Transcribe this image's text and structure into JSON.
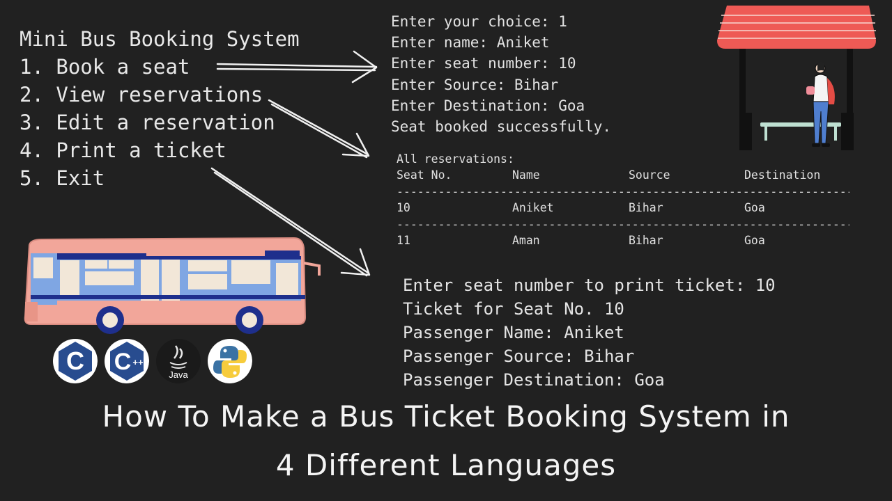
{
  "menu": {
    "title": "Mini Bus Booking System",
    "items": [
      "1. Book a seat",
      "2. View reservations",
      "3. Edit a reservation",
      "4. Print a ticket",
      "5. Exit"
    ]
  },
  "booking_output": [
    "Enter your choice: 1",
    "Enter name: Aniket",
    "Enter seat number: 10",
    "Enter Source: Bihar",
    "Enter Destination: Goa",
    "Seat booked successfully."
  ],
  "reservations": {
    "title": "All reservations:",
    "headers": [
      "Seat No.",
      "Name",
      "Source",
      "Destination"
    ],
    "separator": "-----------------------------------------------------------------------------------",
    "rows": [
      [
        "10",
        "Aniket",
        "Bihar",
        "Goa"
      ],
      [
        "11",
        "Aman",
        "Bihar",
        "Goa"
      ]
    ]
  },
  "ticket_output": [
    "Enter seat number to print ticket: 10",
    "Ticket for Seat No. 10",
    "Passenger Name: Aniket",
    "Passenger Source: Bihar",
    "Passenger Destination: Goa"
  ],
  "caption": {
    "line1": "How To Make a Bus Ticket Booking System in",
    "line2": "4 Different Languages"
  },
  "logos": {
    "c": "C",
    "cpp": "C",
    "cpp_plus": "++",
    "java": "Java",
    "python": "python-logo"
  },
  "colors": {
    "background": "#212121",
    "bus_body": "#f2a69a",
    "bus_window_frame": "#7fa6e3",
    "bus_window": "#f2e7d8",
    "bus_stripe": "#1e2f8c",
    "shelter_roof": "#ee5a55",
    "c_logo": "#284c8f",
    "java_logo": "#1a1a1a",
    "python_blue": "#3a72a4",
    "python_yellow": "#f7cc3c"
  }
}
